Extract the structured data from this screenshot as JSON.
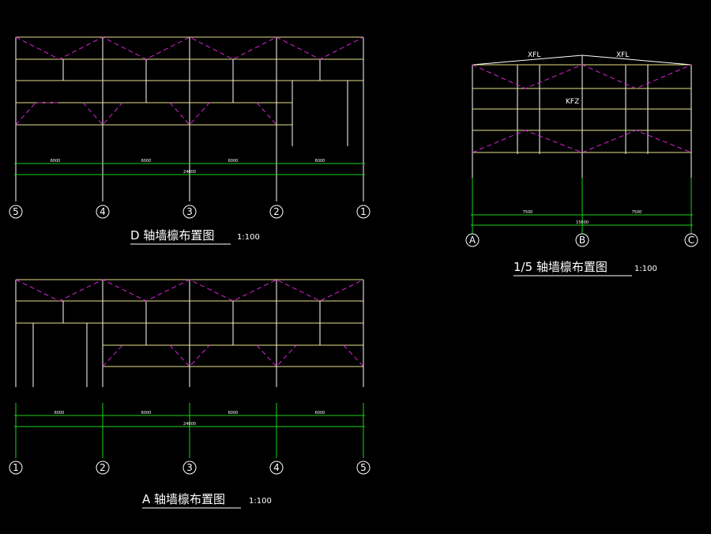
{
  "drawings": {
    "d_axis": {
      "title": "D 轴墙檩布置图",
      "scale": "1:100",
      "axes": [
        "5",
        "4",
        "3",
        "2",
        "1"
      ],
      "bay_dims": [
        "6000",
        "6000",
        "6000",
        "6000"
      ],
      "total_dim": "24000"
    },
    "a_axis": {
      "title": "A 轴墙檩布置图",
      "scale": "1:100",
      "axes": [
        "1",
        "2",
        "3",
        "4",
        "5"
      ],
      "bay_dims": [
        "6000",
        "6000",
        "6000",
        "6000"
      ],
      "total_dim": "24000"
    },
    "axis_15": {
      "title": "1/5 轴墙檩布置图",
      "scale": "1:100",
      "axes": [
        "A",
        "B",
        "C"
      ],
      "bay_dims": [
        "7500",
        "7500"
      ],
      "total_dim": "15000",
      "labels": {
        "xfl_left": "XFL",
        "xfl_right": "XFL",
        "kfz": "KFZ"
      }
    }
  },
  "colors": {
    "line": "#ffffff",
    "purlin": "#e6e08a",
    "brace": "#e020e0",
    "dimension": "#19d219"
  }
}
